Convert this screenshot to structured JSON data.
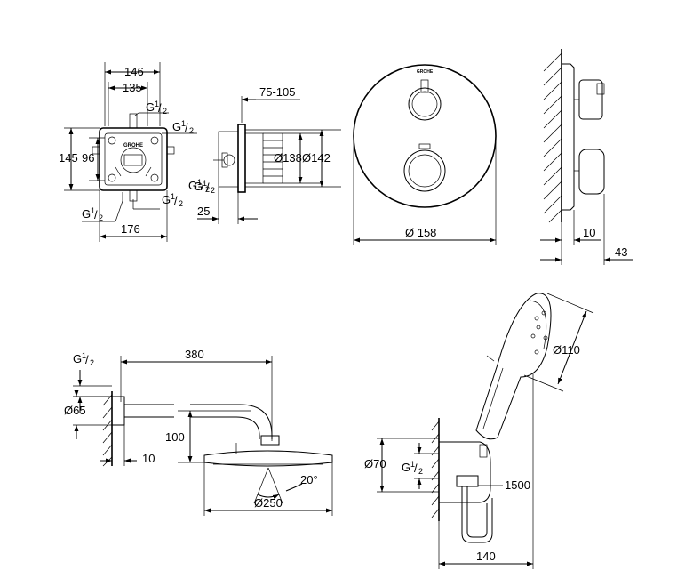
{
  "drawing": {
    "box_view": {
      "width_146": "146",
      "width_135": "135",
      "height_145": "145",
      "height_96": "96",
      "width_176": "176",
      "g_top": "G",
      "g_right_top": "G",
      "g_right_bottom": "G",
      "g_bottom": "G",
      "g_bottom_right": "G",
      "half": "1",
      "half_den": "2",
      "logo_text": "GROHE"
    },
    "box_side": {
      "depth_range": "75-105",
      "dia_138": "Ø138",
      "dia_142": "Ø142",
      "depth_25": "25",
      "g_label": "G"
    },
    "thermostat_front": {
      "diameter": "Ø 158",
      "logo_text": "GROHE"
    },
    "thermostat_side": {
      "dim_10": "10",
      "dim_43": "43"
    },
    "shower_arm": {
      "length": "380",
      "g_label": "G",
      "diameter": "Ø65",
      "drop": "100",
      "wall_offset": "10",
      "head_diameter": "Ø250",
      "tilt": "20°"
    },
    "hand_shower": {
      "head_diameter": "Ø110",
      "outlet_diameter": "Ø70",
      "g_label": "G",
      "hose_length": "1500",
      "projection": "140"
    }
  }
}
